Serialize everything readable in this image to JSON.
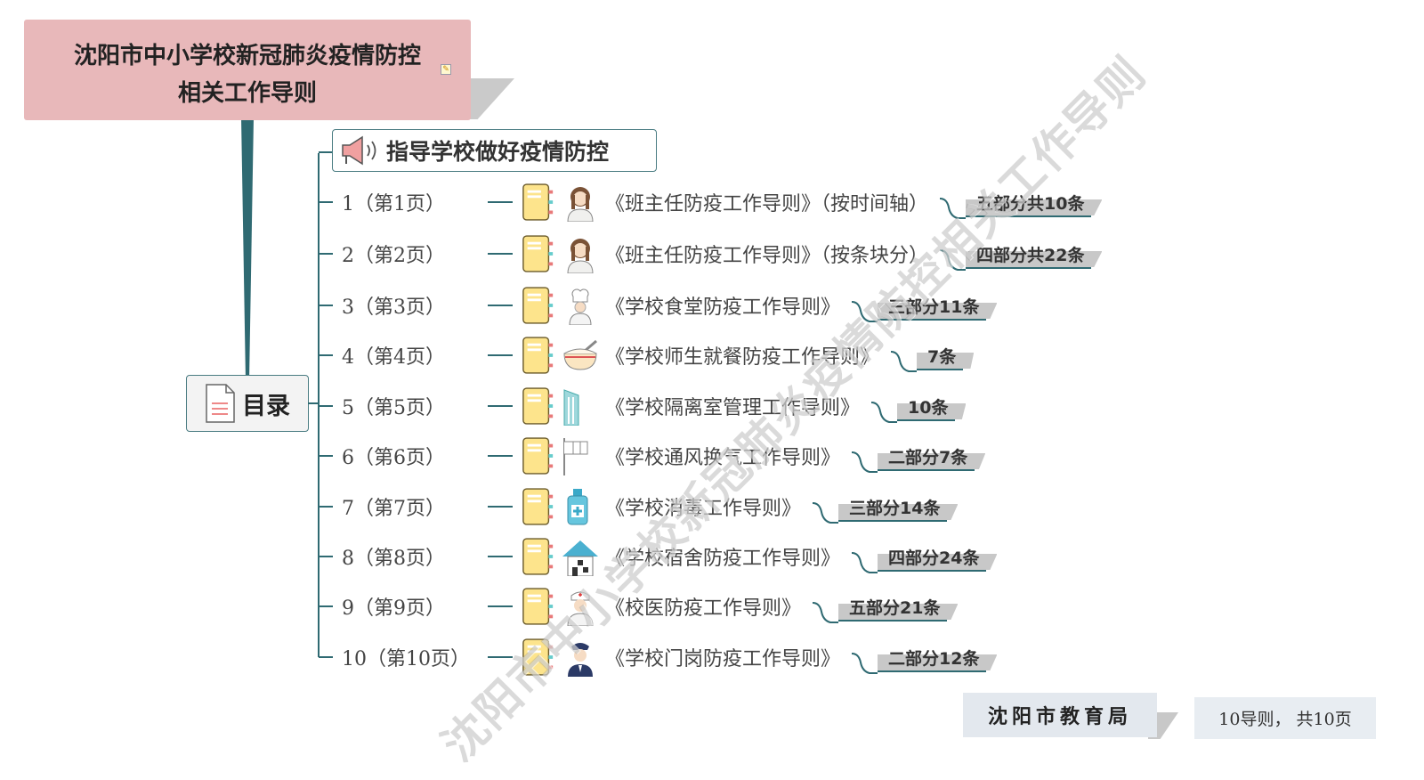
{
  "root": {
    "title_line1": "沈阳市中小学校新冠肺炎疫情防控",
    "title_line2": "相关工作导则"
  },
  "toc": {
    "label": "目录"
  },
  "heading": {
    "label": "指导学校做好疫情防控"
  },
  "items": [
    {
      "label": "1（第1页）",
      "doc": "《班主任防疫工作导则》（按时间轴）",
      "badge": "五部分共10条",
      "icon": "female-teacher-icon"
    },
    {
      "label": "2（第2页）",
      "doc": "《班主任防疫工作导则》（按条块分）",
      "badge": "四部分共22条",
      "icon": "female-teacher-icon"
    },
    {
      "label": "3（第3页）",
      "doc": "《学校食堂防疫工作导则》",
      "badge": "三部分11条",
      "icon": "chef-icon"
    },
    {
      "label": "4（第4页）",
      "doc": "《学校师生就餐防疫工作导则》",
      "badge": "7条",
      "icon": "bowl-icon"
    },
    {
      "label": "5（第5页）",
      "doc": "《学校隔离室管理工作导则》",
      "badge": "10条",
      "icon": "building-icon"
    },
    {
      "label": "6（第6页）",
      "doc": "《学校通风换气工作导则》",
      "badge": "二部分7条",
      "icon": "window-icon"
    },
    {
      "label": "7（第7页）",
      "doc": "《学校消毒工作导则》",
      "badge": "三部分14条",
      "icon": "disinfectant-bottle-icon"
    },
    {
      "label": "8（第8页）",
      "doc": "《学校宿舍防疫工作导则》",
      "badge": "四部分24条",
      "icon": "house-icon"
    },
    {
      "label": "9（第9页）",
      "doc": "《校医防疫工作导则》",
      "badge": "五部分21条",
      "icon": "nurse-icon"
    },
    {
      "label": "10（第10页）",
      "doc": "《学校门岗防疫工作导则》",
      "badge": "二部分12条",
      "icon": "guard-icon"
    }
  ],
  "footer": {
    "org": "沈阳市教育局",
    "summary": "10导则， 共10页"
  },
  "watermark": "沈阳市中小学校新冠肺炎疫情防控相关工作导则",
  "colors": {
    "title_bg": "#e8b8ba",
    "branch": "#2f6a72",
    "badge_shadow": "#c8c8c8"
  }
}
